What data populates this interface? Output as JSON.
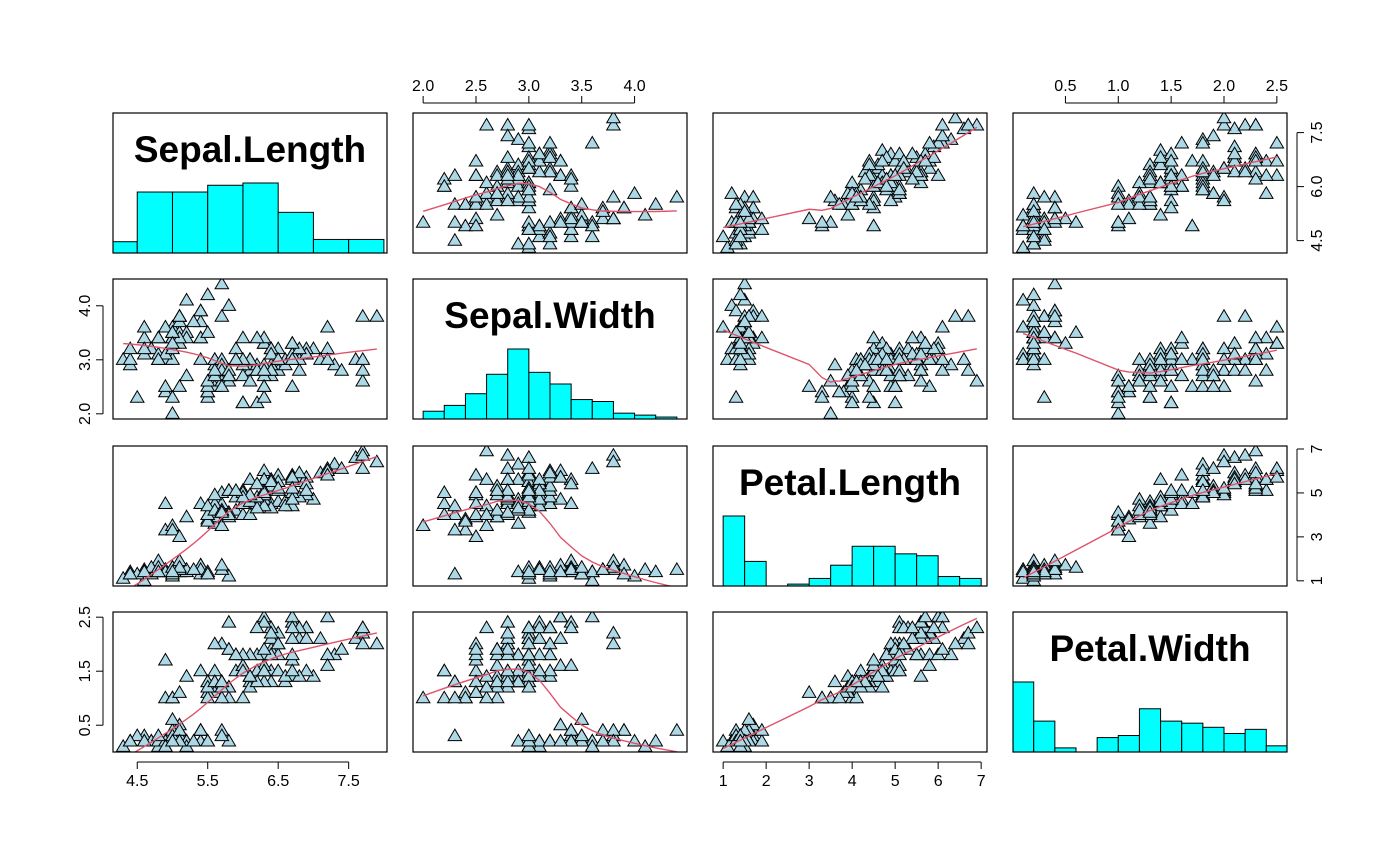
{
  "colors": {
    "point_fill": "#add8e6",
    "point_stroke": "#000000",
    "smooth_line": "#df536b",
    "hist_fill": "#00ffff",
    "frame": "#000000"
  },
  "chart_data": {
    "type": "scatter",
    "subtype": "scatterplot-matrix",
    "variables": [
      "Sepal.Length",
      "Sepal.Width",
      "Petal.Length",
      "Petal.Width"
    ],
    "ranges": {
      "Sepal.Length": [
        4.3,
        7.9
      ],
      "Sepal.Width": [
        2.0,
        4.4
      ],
      "Petal.Length": [
        1.0,
        6.9
      ],
      "Petal.Width": [
        0.1,
        2.5
      ]
    },
    "ticks": {
      "Sepal.Length": [
        4.5,
        5.5,
        6.5,
        7.5
      ],
      "Sepal.Length_right": [
        4.5,
        6.0,
        7.5
      ],
      "Sepal.Width": [
        2.0,
        2.5,
        3.0,
        3.5,
        4.0
      ],
      "Sepal.Width_left": [
        2.0,
        3.0,
        4.0
      ],
      "Petal.Length": [
        1,
        2,
        3,
        4,
        5,
        6,
        7
      ],
      "Petal.Length_right": [
        1,
        3,
        5,
        7
      ],
      "Petal.Width": [
        0.5,
        1.0,
        1.5,
        2.0,
        2.5
      ],
      "Petal.Width_left": [
        0.5,
        1.5,
        2.5
      ]
    },
    "tick_labels": {
      "Sepal.Length": [
        "4.5",
        "5.5",
        "6.5",
        "7.5"
      ],
      "Sepal.Length_right": [
        "4.5",
        "6.0",
        "7.5"
      ],
      "Sepal.Width": [
        "2.0",
        "2.5",
        "3.0",
        "3.5",
        "4.0"
      ],
      "Sepal.Width_left": [
        "2.0",
        "3.0",
        "4.0"
      ],
      "Petal.Length": [
        "1",
        "2",
        "3",
        "4",
        "5",
        "6",
        "7"
      ],
      "Petal.Length_right": [
        "1",
        "3",
        "5",
        "7"
      ],
      "Petal.Width": [
        "0.5",
        "1.0",
        "1.5",
        "2.0",
        "2.5"
      ],
      "Petal.Width_left": [
        "0.5",
        "1.5",
        "2.5"
      ]
    },
    "axis_sides": {
      "top": [
        "Sepal.Width",
        "Petal.Width"
      ],
      "bottom": [
        "Sepal.Length",
        "Petal.Length"
      ],
      "left": [
        "Sepal.Width",
        "Petal.Width"
      ],
      "right": [
        "Sepal.Length",
        "Petal.Length"
      ]
    },
    "marker": "triangle",
    "smoother": "lowess",
    "grid": false,
    "histograms": {
      "Sepal.Length": {
        "breaks": [
          4.0,
          4.5,
          5.0,
          5.5,
          6.0,
          6.5,
          7.0,
          7.5,
          8.0
        ],
        "counts": [
          5,
          27,
          27,
          30,
          31,
          18,
          6,
          6
        ]
      },
      "Sepal.Width": {
        "breaks": [
          2.0,
          2.2,
          2.4,
          2.6,
          2.8,
          3.0,
          3.2,
          3.4,
          3.6,
          3.8,
          4.0,
          4.2,
          4.4
        ],
        "counts": [
          4,
          7,
          13,
          23,
          36,
          24,
          18,
          10,
          9,
          3,
          2,
          1
        ]
      },
      "Petal.Length": {
        "breaks": [
          1.0,
          1.5,
          2.0,
          2.5,
          3.0,
          3.5,
          4.0,
          4.5,
          5.0,
          5.5,
          6.0,
          6.5,
          7.0
        ],
        "counts": [
          37,
          13,
          0,
          1,
          4,
          11,
          21,
          21,
          17,
          16,
          5,
          4
        ]
      },
      "Petal.Width": {
        "breaks": [
          0.0,
          0.2,
          0.4,
          0.6,
          0.8,
          1.0,
          1.2,
          1.4,
          1.6,
          1.8,
          2.0,
          2.2,
          2.4,
          2.6
        ],
        "counts": [
          34,
          15,
          2,
          0,
          7,
          8,
          21,
          15,
          14,
          12,
          9,
          11,
          3
        ]
      }
    },
    "observations": {
      "columns": [
        "Sepal.Length",
        "Sepal.Width",
        "Petal.Length",
        "Petal.Width"
      ],
      "rows": [
        [
          5.1,
          3.5,
          1.4,
          0.2
        ],
        [
          4.9,
          3.0,
          1.4,
          0.2
        ],
        [
          4.7,
          3.2,
          1.3,
          0.2
        ],
        [
          4.6,
          3.1,
          1.5,
          0.2
        ],
        [
          5.0,
          3.6,
          1.4,
          0.2
        ],
        [
          5.4,
          3.9,
          1.7,
          0.4
        ],
        [
          4.6,
          3.4,
          1.4,
          0.3
        ],
        [
          5.0,
          3.4,
          1.5,
          0.2
        ],
        [
          4.4,
          2.9,
          1.4,
          0.2
        ],
        [
          4.9,
          3.1,
          1.5,
          0.1
        ],
        [
          5.4,
          3.7,
          1.5,
          0.2
        ],
        [
          4.8,
          3.4,
          1.6,
          0.2
        ],
        [
          4.8,
          3.0,
          1.4,
          0.1
        ],
        [
          4.3,
          3.0,
          1.1,
          0.1
        ],
        [
          5.8,
          4.0,
          1.2,
          0.2
        ],
        [
          5.7,
          4.4,
          1.5,
          0.4
        ],
        [
          5.4,
          3.9,
          1.3,
          0.4
        ],
        [
          5.1,
          3.5,
          1.4,
          0.3
        ],
        [
          5.7,
          3.8,
          1.7,
          0.3
        ],
        [
          5.1,
          3.8,
          1.5,
          0.3
        ],
        [
          5.4,
          3.4,
          1.7,
          0.2
        ],
        [
          5.1,
          3.7,
          1.5,
          0.4
        ],
        [
          4.6,
          3.6,
          1.0,
          0.2
        ],
        [
          5.1,
          3.3,
          1.7,
          0.5
        ],
        [
          4.8,
          3.4,
          1.9,
          0.2
        ],
        [
          5.0,
          3.0,
          1.6,
          0.2
        ],
        [
          5.0,
          3.4,
          1.6,
          0.4
        ],
        [
          5.2,
          3.5,
          1.5,
          0.2
        ],
        [
          5.2,
          3.4,
          1.4,
          0.2
        ],
        [
          4.7,
          3.2,
          1.6,
          0.2
        ],
        [
          4.8,
          3.1,
          1.6,
          0.2
        ],
        [
          5.4,
          3.4,
          1.5,
          0.4
        ],
        [
          5.2,
          4.1,
          1.5,
          0.1
        ],
        [
          5.5,
          4.2,
          1.4,
          0.2
        ],
        [
          4.9,
          3.1,
          1.5,
          0.2
        ],
        [
          5.0,
          3.2,
          1.2,
          0.2
        ],
        [
          5.5,
          3.5,
          1.3,
          0.2
        ],
        [
          4.9,
          3.6,
          1.4,
          0.1
        ],
        [
          4.4,
          3.0,
          1.3,
          0.2
        ],
        [
          5.1,
          3.4,
          1.5,
          0.2
        ],
        [
          5.0,
          3.5,
          1.3,
          0.3
        ],
        [
          4.5,
          2.3,
          1.3,
          0.3
        ],
        [
          4.4,
          3.2,
          1.3,
          0.2
        ],
        [
          5.0,
          3.5,
          1.6,
          0.6
        ],
        [
          5.1,
          3.8,
          1.9,
          0.4
        ],
        [
          4.8,
          3.0,
          1.4,
          0.3
        ],
        [
          5.1,
          3.8,
          1.6,
          0.2
        ],
        [
          4.6,
          3.2,
          1.4,
          0.2
        ],
        [
          5.3,
          3.7,
          1.5,
          0.2
        ],
        [
          5.0,
          3.3,
          1.4,
          0.2
        ],
        [
          7.0,
          3.2,
          4.7,
          1.4
        ],
        [
          6.4,
          3.2,
          4.5,
          1.5
        ],
        [
          6.9,
          3.1,
          4.9,
          1.5
        ],
        [
          5.5,
          2.3,
          4.0,
          1.3
        ],
        [
          6.5,
          2.8,
          4.6,
          1.5
        ],
        [
          5.7,
          2.8,
          4.5,
          1.3
        ],
        [
          6.3,
          3.3,
          4.7,
          1.6
        ],
        [
          4.9,
          2.4,
          3.3,
          1.0
        ],
        [
          6.6,
          2.9,
          4.6,
          1.3
        ],
        [
          5.2,
          2.7,
          3.9,
          1.4
        ],
        [
          5.0,
          2.0,
          3.5,
          1.0
        ],
        [
          5.9,
          3.0,
          4.2,
          1.5
        ],
        [
          6.0,
          2.2,
          4.0,
          1.0
        ],
        [
          6.1,
          2.9,
          4.7,
          1.4
        ],
        [
          5.6,
          2.9,
          3.6,
          1.3
        ],
        [
          6.7,
          3.1,
          4.4,
          1.4
        ],
        [
          5.6,
          3.0,
          4.5,
          1.5
        ],
        [
          5.8,
          2.7,
          4.1,
          1.0
        ],
        [
          6.2,
          2.2,
          4.5,
          1.5
        ],
        [
          5.6,
          2.5,
          3.9,
          1.1
        ],
        [
          5.9,
          3.2,
          4.8,
          1.8
        ],
        [
          6.1,
          2.8,
          4.0,
          1.3
        ],
        [
          6.3,
          2.5,
          4.9,
          1.5
        ],
        [
          6.1,
          2.8,
          4.7,
          1.2
        ],
        [
          6.4,
          2.9,
          4.3,
          1.3
        ],
        [
          6.6,
          3.0,
          4.4,
          1.4
        ],
        [
          6.8,
          2.8,
          4.8,
          1.4
        ],
        [
          6.7,
          3.0,
          5.0,
          1.7
        ],
        [
          6.0,
          2.9,
          4.5,
          1.5
        ],
        [
          5.7,
          2.6,
          3.5,
          1.0
        ],
        [
          5.5,
          2.4,
          3.8,
          1.1
        ],
        [
          5.5,
          2.4,
          3.7,
          1.0
        ],
        [
          5.8,
          2.7,
          3.9,
          1.2
        ],
        [
          6.0,
          2.7,
          5.1,
          1.6
        ],
        [
          5.4,
          3.0,
          4.5,
          1.5
        ],
        [
          6.0,
          3.4,
          4.5,
          1.6
        ],
        [
          6.7,
          3.1,
          4.7,
          1.5
        ],
        [
          6.3,
          2.3,
          4.4,
          1.3
        ],
        [
          5.6,
          3.0,
          4.1,
          1.3
        ],
        [
          5.5,
          2.5,
          4.0,
          1.3
        ],
        [
          5.5,
          2.6,
          4.4,
          1.2
        ],
        [
          6.1,
          3.0,
          4.6,
          1.4
        ],
        [
          5.8,
          2.6,
          4.0,
          1.2
        ],
        [
          5.0,
          2.3,
          3.3,
          1.0
        ],
        [
          5.6,
          2.7,
          4.2,
          1.3
        ],
        [
          5.7,
          3.0,
          4.2,
          1.2
        ],
        [
          5.7,
          2.9,
          4.2,
          1.3
        ],
        [
          6.2,
          2.9,
          4.3,
          1.3
        ],
        [
          5.1,
          2.5,
          3.0,
          1.1
        ],
        [
          5.7,
          2.8,
          4.1,
          1.3
        ],
        [
          6.3,
          3.3,
          6.0,
          2.5
        ],
        [
          5.8,
          2.7,
          5.1,
          1.9
        ],
        [
          7.1,
          3.0,
          5.9,
          2.1
        ],
        [
          6.3,
          2.9,
          5.6,
          1.8
        ],
        [
          6.5,
          3.0,
          5.8,
          2.2
        ],
        [
          7.6,
          3.0,
          6.6,
          2.1
        ],
        [
          4.9,
          2.5,
          4.5,
          1.7
        ],
        [
          7.3,
          2.9,
          6.3,
          1.8
        ],
        [
          6.7,
          2.5,
          5.8,
          1.8
        ],
        [
          7.2,
          3.6,
          6.1,
          2.5
        ],
        [
          6.5,
          3.2,
          5.1,
          2.0
        ],
        [
          6.4,
          2.7,
          5.3,
          1.9
        ],
        [
          6.8,
          3.0,
          5.5,
          2.1
        ],
        [
          5.7,
          2.5,
          5.0,
          2.0
        ],
        [
          5.8,
          2.8,
          5.1,
          2.4
        ],
        [
          6.4,
          3.2,
          5.3,
          2.3
        ],
        [
          6.5,
          3.0,
          5.5,
          1.8
        ],
        [
          7.7,
          3.8,
          6.7,
          2.2
        ],
        [
          7.7,
          2.6,
          6.9,
          2.3
        ],
        [
          6.0,
          2.2,
          5.0,
          1.5
        ],
        [
          6.9,
          3.2,
          5.7,
          2.3
        ],
        [
          5.6,
          2.8,
          4.9,
          2.0
        ],
        [
          7.7,
          2.8,
          6.7,
          2.0
        ],
        [
          6.3,
          2.7,
          4.9,
          1.8
        ],
        [
          6.7,
          3.3,
          5.7,
          2.1
        ],
        [
          7.2,
          3.2,
          6.0,
          1.8
        ],
        [
          6.2,
          2.8,
          4.8,
          1.8
        ],
        [
          6.1,
          3.0,
          4.9,
          1.8
        ],
        [
          6.4,
          2.8,
          5.6,
          2.1
        ],
        [
          7.2,
          3.0,
          5.8,
          1.6
        ],
        [
          7.4,
          2.8,
          6.1,
          1.9
        ],
        [
          7.9,
          3.8,
          6.4,
          2.0
        ],
        [
          6.4,
          2.8,
          5.6,
          2.2
        ],
        [
          6.3,
          2.8,
          5.1,
          1.5
        ],
        [
          6.1,
          2.6,
          5.6,
          1.4
        ],
        [
          7.7,
          3.0,
          6.1,
          2.3
        ],
        [
          6.3,
          3.4,
          5.6,
          2.4
        ],
        [
          6.4,
          3.1,
          5.5,
          1.8
        ],
        [
          6.0,
          3.0,
          4.8,
          1.8
        ],
        [
          6.9,
          3.1,
          5.4,
          2.1
        ],
        [
          6.7,
          3.1,
          5.6,
          2.4
        ],
        [
          6.9,
          3.1,
          5.1,
          2.3
        ],
        [
          5.8,
          2.7,
          5.1,
          1.9
        ],
        [
          6.8,
          3.2,
          5.9,
          2.3
        ],
        [
          6.7,
          3.3,
          5.7,
          2.5
        ],
        [
          6.7,
          3.0,
          5.2,
          2.3
        ],
        [
          6.3,
          2.5,
          5.0,
          1.9
        ],
        [
          6.5,
          3.0,
          5.2,
          2.0
        ],
        [
          6.2,
          3.4,
          5.4,
          2.3
        ],
        [
          5.9,
          3.0,
          5.1,
          1.8
        ]
      ]
    }
  }
}
